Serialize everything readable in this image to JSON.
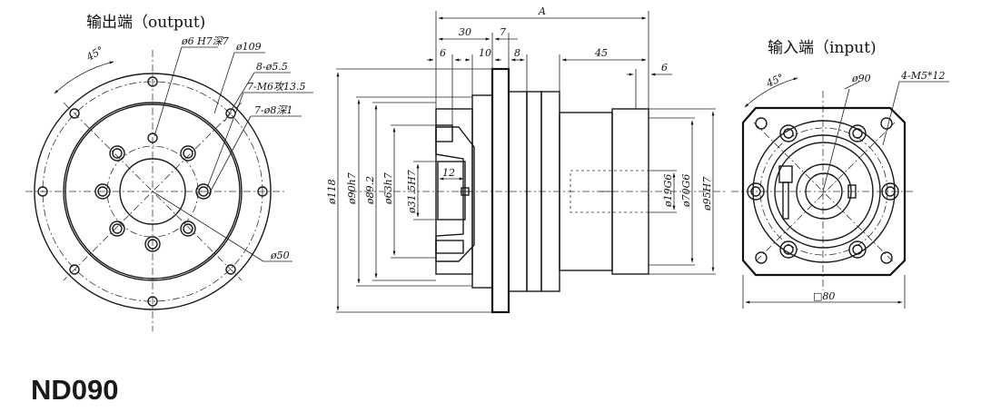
{
  "model": "ND090",
  "output_view": {
    "heading": "输出端（output)",
    "angle_label": "45°",
    "callouts": [
      "ø6 H7深7",
      "ø109",
      "8-ø5.5",
      "7-M6攻13.5",
      "7-ø8深1"
    ],
    "bore_label": "ø50"
  },
  "side_view": {
    "top_dims": [
      "A",
      "30",
      "7",
      "6",
      "10",
      "8",
      "45",
      "6"
    ],
    "left_dims": [
      "ø118",
      "ø90h7",
      "ø89.2",
      "ø63h7",
      "ø31.5H7"
    ],
    "inner_dim": "12",
    "right_dims": [
      "ø19G6",
      "ø70G6",
      "ø95H7"
    ]
  },
  "input_view": {
    "heading": "输入端（input)",
    "angle_label": "45°",
    "callouts": [
      "ø90",
      "4-M5*12"
    ],
    "bottom_dim": "□80"
  },
  "colors": {
    "line": "#1a1a1a",
    "background": "#ffffff"
  }
}
